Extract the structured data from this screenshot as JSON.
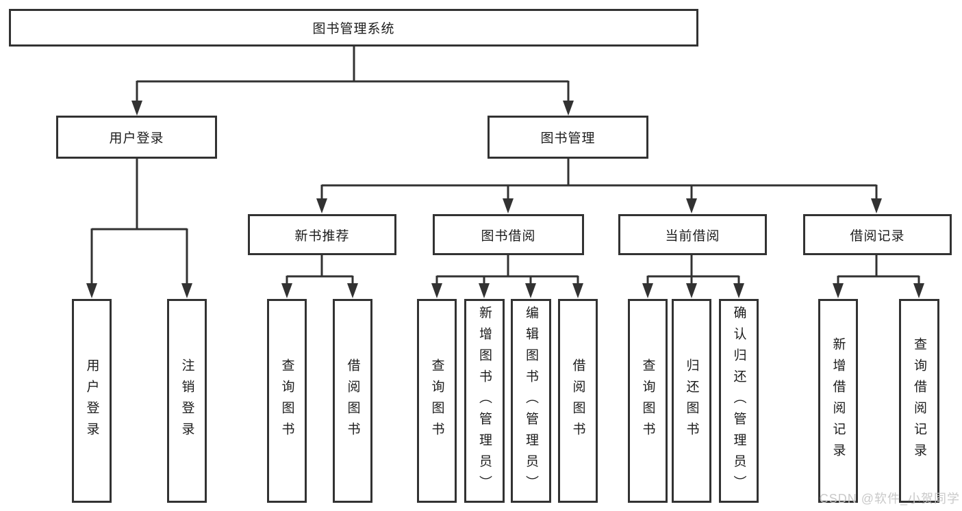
{
  "diagram": {
    "title": "图书管理系统",
    "root": {
      "label": "图书管理系统"
    },
    "branches": [
      {
        "label": "用户登录",
        "leaves": [
          "用户登录",
          "注销登录"
        ]
      },
      {
        "label": "图书管理",
        "children": [
          {
            "label": "新书推荐",
            "leaves": [
              "查询图书",
              "借阅图书"
            ]
          },
          {
            "label": "图书借阅",
            "leaves": [
              "查询图书",
              "新增图书（管理员）",
              "编辑图书（管理员）",
              "借阅图书"
            ]
          },
          {
            "label": "当前借阅",
            "leaves": [
              "查询图书",
              "归还图书",
              "确认归还（管理员）"
            ]
          },
          {
            "label": "借阅记录",
            "leaves": [
              "新增借阅记录",
              "查询借阅记录"
            ]
          }
        ]
      }
    ]
  },
  "watermark": {
    "text": "CSDN @软件_小贺同学"
  },
  "colors": {
    "line": "#323232",
    "text": "#1c1c1c",
    "background": "#ffffff",
    "watermark": "#c6c6c6"
  }
}
